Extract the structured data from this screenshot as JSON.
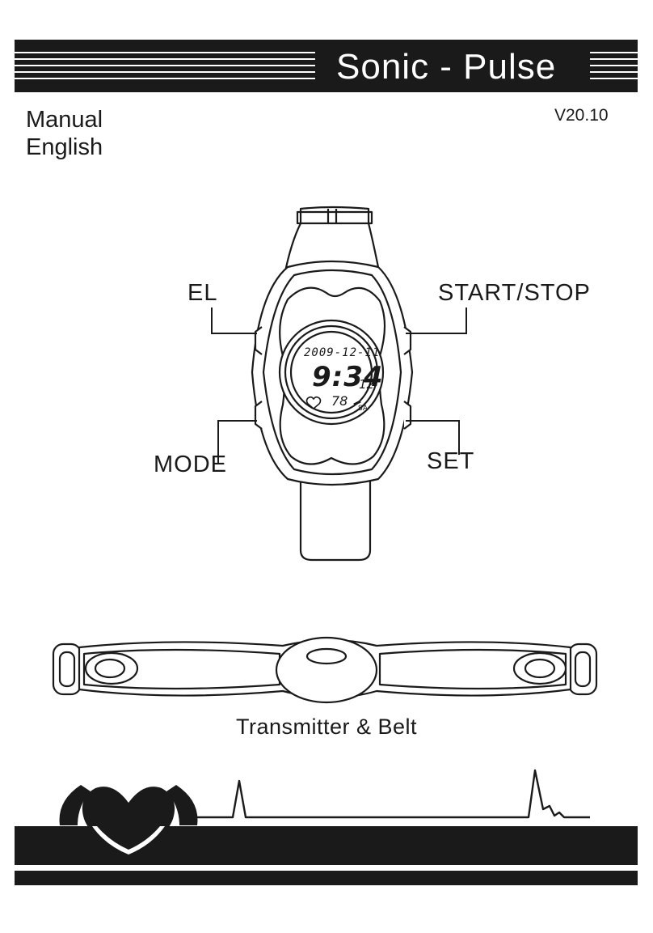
{
  "header": {
    "brand": "Sonic - Pulse"
  },
  "cover": {
    "manual_label": "Manual",
    "language": "English",
    "version": "V20.10"
  },
  "watch": {
    "buttons": {
      "el": "EL",
      "start_stop": "START/STOP",
      "mode": "MODE",
      "set": "SET"
    },
    "display": {
      "date": "2009-12-11",
      "time": "9:34",
      "seconds": "12",
      "heart_rate": "78",
      "day": "SA"
    }
  },
  "belt": {
    "caption": "Transmitter & Belt"
  },
  "icons": {
    "heart_logo": "heart-pulse-icon",
    "watch": "watch-illustration",
    "belt": "belt-illustration"
  }
}
